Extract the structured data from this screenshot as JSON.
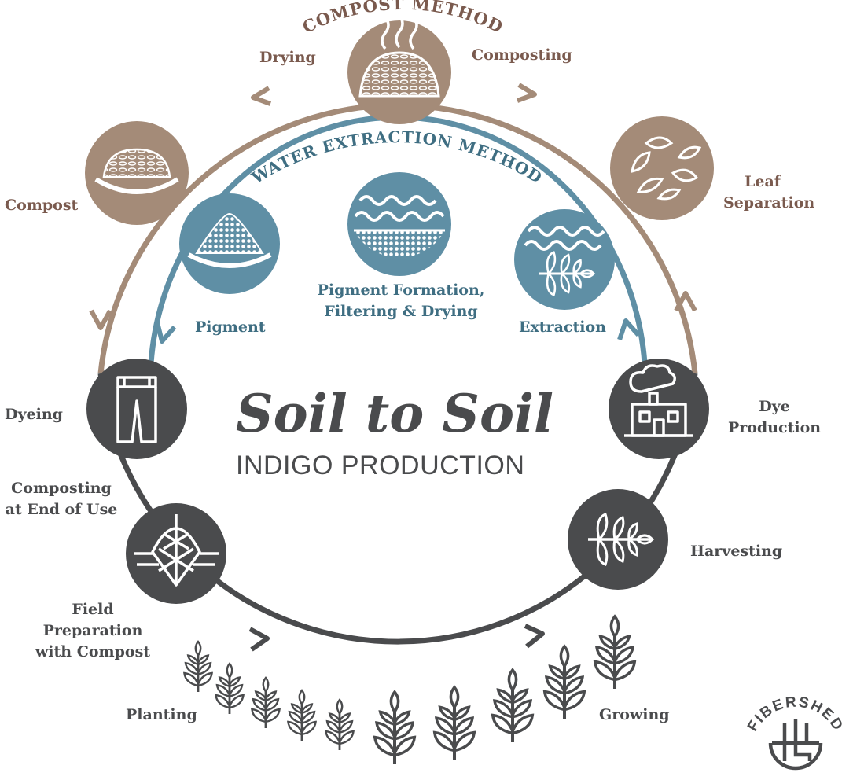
{
  "title": "Soil to Soil",
  "subtitle": "INDIGO PRODUCTION",
  "arc_titles": {
    "compost": "COMPOST METHOD",
    "water": "WATER EXTRACTION METHOD"
  },
  "stages": {
    "drying": "Drying",
    "composting": "Composting",
    "compost": "Compost",
    "leaf_separation": [
      "Leaf",
      "Separation"
    ],
    "pigment": "Pigment",
    "pigment_formation": [
      "Pigment Formation,",
      "Filtering & Drying"
    ],
    "extraction": "Extraction",
    "dyeing": "Dyeing",
    "dye_production": [
      "Dye",
      "Production"
    ],
    "composting_end": [
      "Composting",
      "at End of Use"
    ],
    "harvesting": "Harvesting",
    "field_preparation": [
      "Field",
      "Preparation",
      "with Compost"
    ],
    "planting": "Planting",
    "growing": "Growing"
  },
  "logo_text": "FIBERSHED",
  "colors": {
    "dark": "#4a4b4d",
    "brown": "#a48b78",
    "brown_text": "#7a5a4e",
    "blue": "#5f8fa5",
    "blue_text": "#3f6e82"
  }
}
